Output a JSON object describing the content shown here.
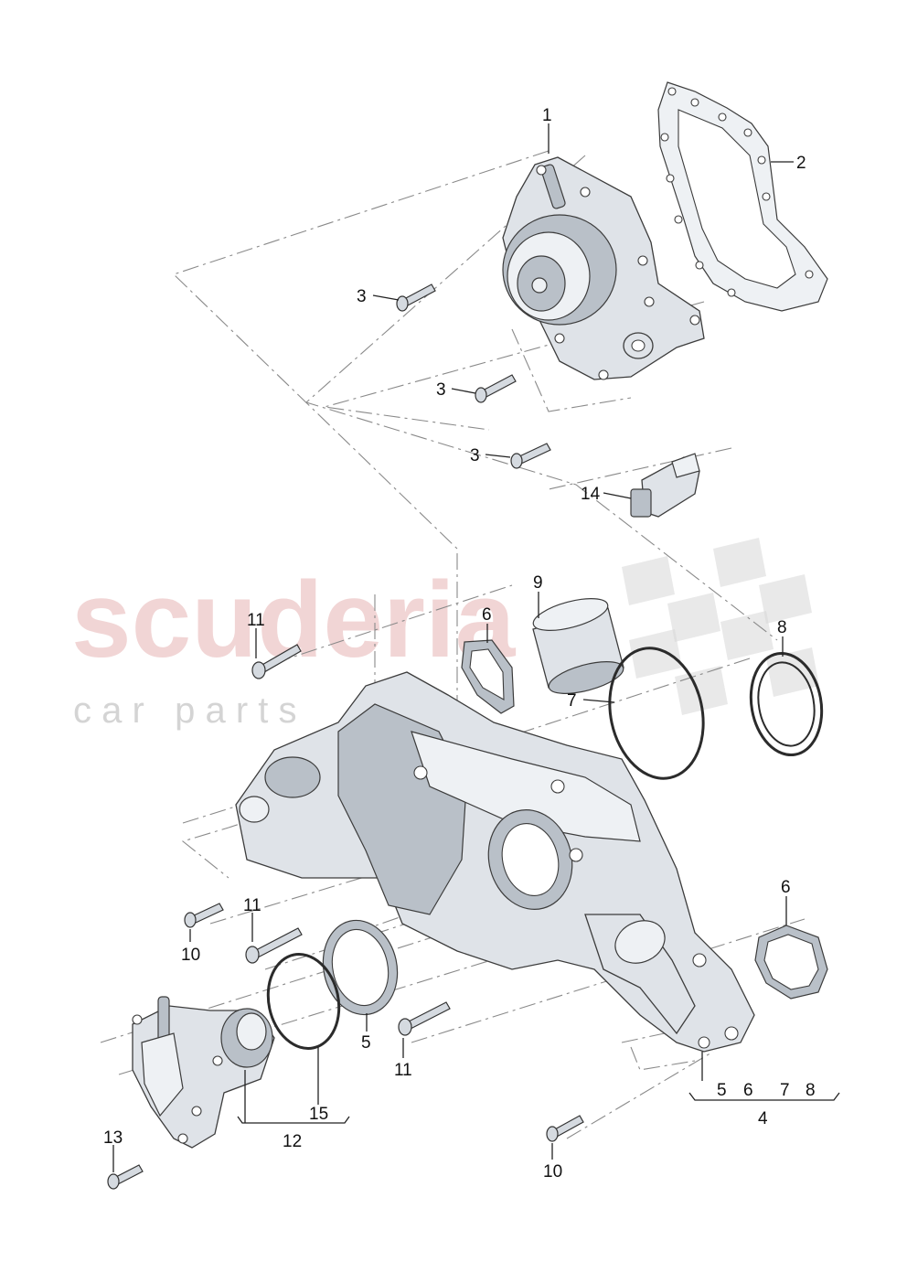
{
  "watermark": {
    "brand": "scuderia",
    "tagline": "c a r   p a r t s"
  },
  "callouts": {
    "c1": "1",
    "c2": "2",
    "c3a": "3",
    "c3b": "3",
    "c3c": "3",
    "c14": "14",
    "c9": "9",
    "c6a": "6",
    "c11a": "11",
    "c8": "8",
    "c7": "7",
    "c6b": "6",
    "c11b": "11",
    "c10a": "10",
    "c5a": "5",
    "c11c": "11",
    "c15": "15",
    "c12": "12",
    "c13": "13",
    "c10b": "10",
    "g5": "5",
    "g6": "6",
    "g7": "7",
    "g8": "8",
    "c4": "4"
  }
}
